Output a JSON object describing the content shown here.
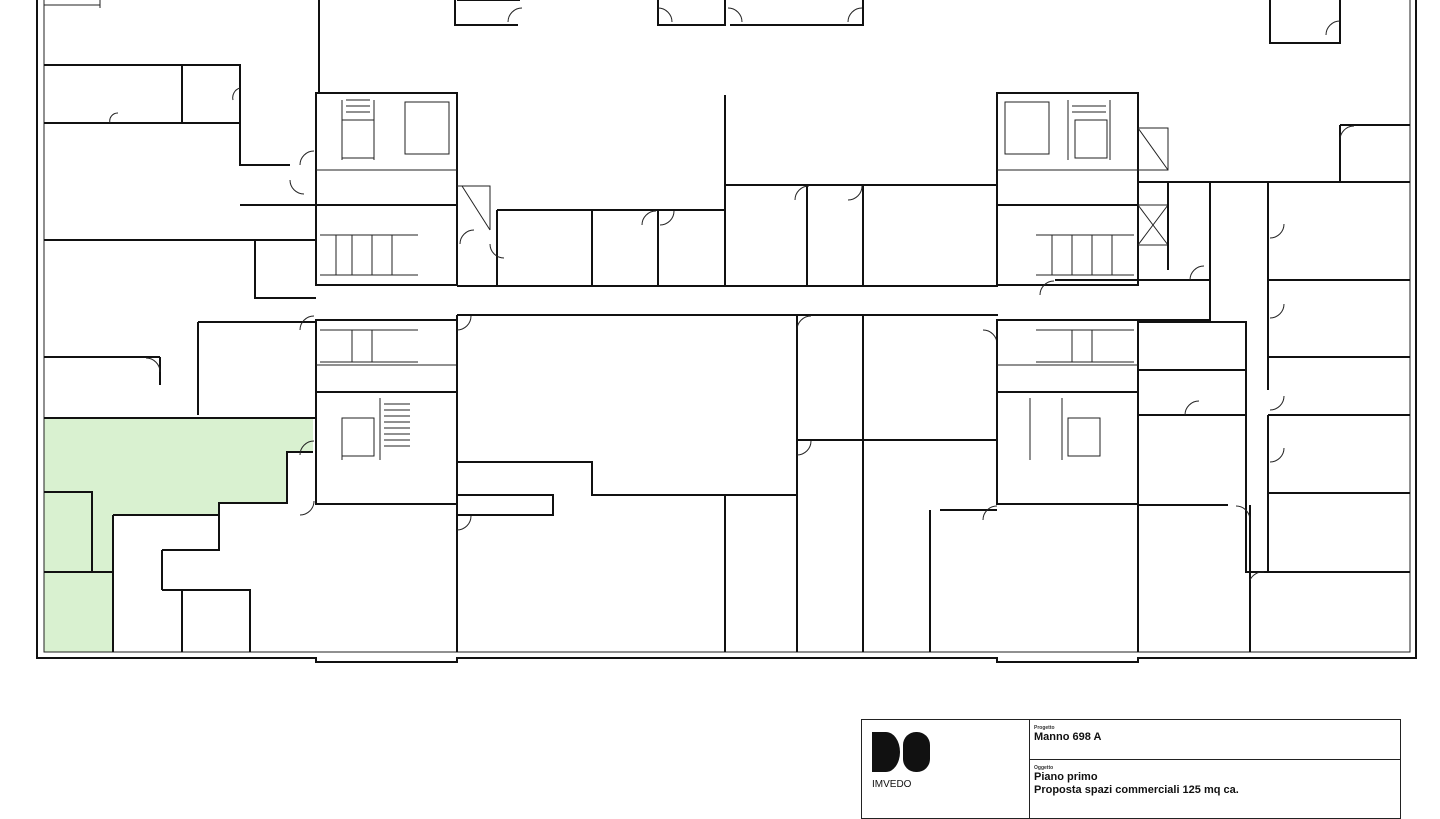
{
  "plan": {
    "highlight_color": "#d9f1d0",
    "highlighted_area": "Proposta spazi commerciali 125 mq ca."
  },
  "title_block": {
    "logo_text": "DO",
    "brand": "IMVEDO",
    "project_label": "Progetto",
    "project_value": "Manno 698 A",
    "subject_label": "Oggetto",
    "subject_line1": "Piano primo",
    "subject_line2": "Proposta spazi commerciali 125 mq ca."
  }
}
